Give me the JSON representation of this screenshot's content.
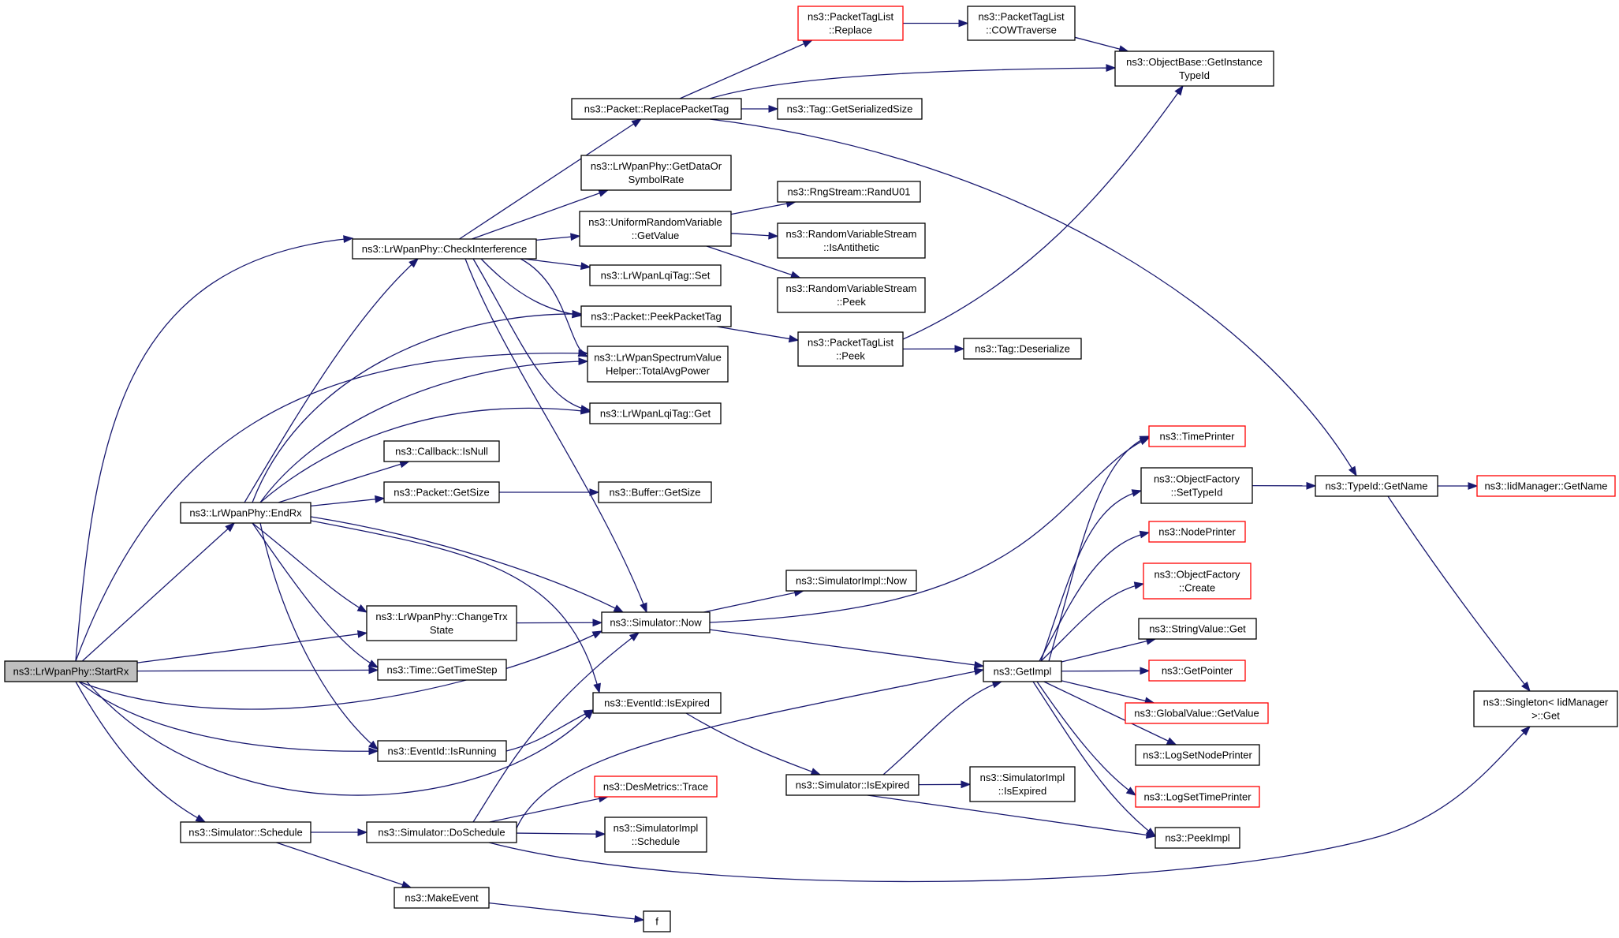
{
  "diagram": {
    "type": "call-graph",
    "colors": {
      "edge": "#191970",
      "node_border": "#000000",
      "truncated_border": "#ff0000",
      "root_fill": "#bfbfbf",
      "node_fill": "#ffffff"
    },
    "nodes": [
      {
        "id": "startrx",
        "lines": [
          "ns3::LrWpanPhy::StartRx"
        ],
        "style": "root"
      },
      {
        "id": "checkint",
        "lines": [
          "ns3::LrWpanPhy::CheckInterference"
        ],
        "style": "normal"
      },
      {
        "id": "endrx",
        "lines": [
          "ns3::LrWpanPhy::EndRx"
        ],
        "style": "normal"
      },
      {
        "id": "schedule",
        "lines": [
          "ns3::Simulator::Schedule"
        ],
        "style": "normal"
      },
      {
        "id": "replacetag",
        "lines": [
          "ns3::Packet::ReplacePacketTag"
        ],
        "style": "normal"
      },
      {
        "id": "datarate",
        "lines": [
          "ns3::LrWpanPhy::GetDataOr",
          "SymbolRate"
        ],
        "style": "normal"
      },
      {
        "id": "urvget",
        "lines": [
          "ns3::UniformRandomVariable",
          "::GetValue"
        ],
        "style": "normal"
      },
      {
        "id": "lqiset",
        "lines": [
          "ns3::LrWpanLqiTag::Set"
        ],
        "style": "normal"
      },
      {
        "id": "peektag",
        "lines": [
          "ns3::Packet::PeekPacketTag"
        ],
        "style": "normal"
      },
      {
        "id": "totalavg",
        "lines": [
          "ns3::LrWpanSpectrumValue",
          "Helper::TotalAvgPower"
        ],
        "style": "normal"
      },
      {
        "id": "lqiget",
        "lines": [
          "ns3::LrWpanLqiTag::Get"
        ],
        "style": "normal"
      },
      {
        "id": "cbisnull",
        "lines": [
          "ns3::Callback::IsNull"
        ],
        "style": "normal"
      },
      {
        "id": "pktgetsize",
        "lines": [
          "ns3::Packet::GetSize"
        ],
        "style": "normal"
      },
      {
        "id": "changetrx",
        "lines": [
          "ns3::LrWpanPhy::ChangeTrx",
          "State"
        ],
        "style": "normal"
      },
      {
        "id": "timestep",
        "lines": [
          "ns3::Time::GetTimeStep"
        ],
        "style": "normal"
      },
      {
        "id": "isrunning",
        "lines": [
          "ns3::EventId::IsRunning"
        ],
        "style": "normal"
      },
      {
        "id": "doschedule",
        "lines": [
          "ns3::Simulator::DoSchedule"
        ],
        "style": "normal"
      },
      {
        "id": "makeevent",
        "lines": [
          "ns3::MakeEvent"
        ],
        "style": "normal"
      },
      {
        "id": "tlreplace",
        "lines": [
          "ns3::PacketTagList",
          "::Replace"
        ],
        "style": "truncated"
      },
      {
        "id": "cowtraverse",
        "lines": [
          "ns3::PacketTagList",
          "::COWTraverse"
        ],
        "style": "normal"
      },
      {
        "id": "tagsersize",
        "lines": [
          "ns3::Tag::GetSerializedSize"
        ],
        "style": "normal"
      },
      {
        "id": "objbase",
        "lines": [
          "ns3::ObjectBase::GetInstance",
          "TypeId"
        ],
        "style": "normal"
      },
      {
        "id": "randu01",
        "lines": [
          "ns3::RngStream::RandU01"
        ],
        "style": "normal"
      },
      {
        "id": "isanti",
        "lines": [
          "ns3::RandomVariableStream",
          "::IsAntithetic"
        ],
        "style": "normal"
      },
      {
        "id": "rvspeek",
        "lines": [
          "ns3::RandomVariableStream",
          "::Peek"
        ],
        "style": "normal"
      },
      {
        "id": "tlpeek",
        "lines": [
          "ns3::PacketTagList",
          "::Peek"
        ],
        "style": "normal"
      },
      {
        "id": "tagdeser",
        "lines": [
          "ns3::Tag::Deserialize"
        ],
        "style": "normal"
      },
      {
        "id": "bufsize",
        "lines": [
          "ns3::Buffer::GetSize"
        ],
        "style": "normal"
      },
      {
        "id": "simnow",
        "lines": [
          "ns3::Simulator::Now"
        ],
        "style": "normal"
      },
      {
        "id": "simimplnow",
        "lines": [
          "ns3::SimulatorImpl::Now"
        ],
        "style": "normal"
      },
      {
        "id": "isexpired",
        "lines": [
          "ns3::EventId::IsExpired"
        ],
        "style": "normal"
      },
      {
        "id": "trace",
        "lines": [
          "ns3::DesMetrics::Trace"
        ],
        "style": "truncated"
      },
      {
        "id": "implsched",
        "lines": [
          "ns3::SimulatorImpl",
          "::Schedule"
        ],
        "style": "normal"
      },
      {
        "id": "f",
        "lines": [
          "f"
        ],
        "style": "normal"
      },
      {
        "id": "simisexp",
        "lines": [
          "ns3::Simulator::IsExpired"
        ],
        "style": "normal"
      },
      {
        "id": "implisexp",
        "lines": [
          "ns3::SimulatorImpl",
          "::IsExpired"
        ],
        "style": "normal"
      },
      {
        "id": "getimpl",
        "lines": [
          "ns3::GetImpl"
        ],
        "style": "normal"
      },
      {
        "id": "timeprinter",
        "lines": [
          "ns3::TimePrinter"
        ],
        "style": "truncated"
      },
      {
        "id": "ofsettype",
        "lines": [
          "ns3::ObjectFactory",
          "::SetTypeId"
        ],
        "style": "normal"
      },
      {
        "id": "nodeprinter",
        "lines": [
          "ns3::NodePrinter"
        ],
        "style": "truncated"
      },
      {
        "id": "ofcreate",
        "lines": [
          "ns3::ObjectFactory",
          "::Create"
        ],
        "style": "truncated"
      },
      {
        "id": "svget",
        "lines": [
          "ns3::StringValue::Get"
        ],
        "style": "normal"
      },
      {
        "id": "getpointer",
        "lines": [
          "ns3::GetPointer"
        ],
        "style": "truncated"
      },
      {
        "id": "gvget",
        "lines": [
          "ns3::GlobalValue::GetValue"
        ],
        "style": "truncated"
      },
      {
        "id": "lognode",
        "lines": [
          "ns3::LogSetNodePrinter"
        ],
        "style": "normal"
      },
      {
        "id": "logtime",
        "lines": [
          "ns3::LogSetTimePrinter"
        ],
        "style": "truncated"
      },
      {
        "id": "peekimpl",
        "lines": [
          "ns3::PeekImpl"
        ],
        "style": "normal"
      },
      {
        "id": "typename",
        "lines": [
          "ns3::TypeId::GetName"
        ],
        "style": "normal"
      },
      {
        "id": "iidname",
        "lines": [
          "ns3::IidManager::GetName"
        ],
        "style": "truncated"
      },
      {
        "id": "singleton",
        "lines": [
          "ns3::Singleton< IidManager",
          ">::Get"
        ],
        "style": "normal"
      }
    ],
    "edges": [
      [
        "startrx",
        "checkint"
      ],
      [
        "startrx",
        "endrx"
      ],
      [
        "startrx",
        "totalavg"
      ],
      [
        "startrx",
        "changetrx"
      ],
      [
        "startrx",
        "timestep"
      ],
      [
        "startrx",
        "simnow"
      ],
      [
        "startrx",
        "isrunning"
      ],
      [
        "startrx",
        "isexpired"
      ],
      [
        "startrx",
        "schedule"
      ],
      [
        "checkint",
        "replacetag"
      ],
      [
        "checkint",
        "datarate"
      ],
      [
        "checkint",
        "urvget"
      ],
      [
        "checkint",
        "lqiset"
      ],
      [
        "checkint",
        "peektag"
      ],
      [
        "checkint",
        "totalavg"
      ],
      [
        "checkint",
        "lqiget"
      ],
      [
        "checkint",
        "simnow"
      ],
      [
        "endrx",
        "checkint"
      ],
      [
        "endrx",
        "peektag"
      ],
      [
        "endrx",
        "totalavg"
      ],
      [
        "endrx",
        "lqiget"
      ],
      [
        "endrx",
        "cbisnull"
      ],
      [
        "endrx",
        "pktgetsize"
      ],
      [
        "endrx",
        "changetrx"
      ],
      [
        "endrx",
        "timestep"
      ],
      [
        "endrx",
        "isrunning"
      ],
      [
        "endrx",
        "simnow"
      ],
      [
        "endrx",
        "isexpired"
      ],
      [
        "replacetag",
        "tlreplace"
      ],
      [
        "replacetag",
        "objbase"
      ],
      [
        "replacetag",
        "tagsersize"
      ],
      [
        "replacetag",
        "typename"
      ],
      [
        "tlreplace",
        "cowtraverse"
      ],
      [
        "cowtraverse",
        "objbase"
      ],
      [
        "urvget",
        "randu01"
      ],
      [
        "urvget",
        "isanti"
      ],
      [
        "urvget",
        "rvspeek"
      ],
      [
        "peektag",
        "tlpeek"
      ],
      [
        "tlpeek",
        "tagdeser"
      ],
      [
        "tlpeek",
        "objbase"
      ],
      [
        "pktgetsize",
        "bufsize"
      ],
      [
        "changetrx",
        "simnow"
      ],
      [
        "simnow",
        "simimplnow"
      ],
      [
        "simnow",
        "getimpl"
      ],
      [
        "simnow",
        "timeprinter"
      ],
      [
        "isrunning",
        "isexpired"
      ],
      [
        "isexpired",
        "simisexp"
      ],
      [
        "schedule",
        "doschedule"
      ],
      [
        "schedule",
        "makeevent"
      ],
      [
        "doschedule",
        "trace"
      ],
      [
        "doschedule",
        "implsched"
      ],
      [
        "doschedule",
        "simnow"
      ],
      [
        "doschedule",
        "getimpl"
      ],
      [
        "doschedule",
        "singleton"
      ],
      [
        "makeevent",
        "f"
      ],
      [
        "simisexp",
        "implisexp"
      ],
      [
        "simisexp",
        "getimpl"
      ],
      [
        "simisexp",
        "peekimpl"
      ],
      [
        "getimpl",
        "timeprinter"
      ],
      [
        "getimpl",
        "ofsettype"
      ],
      [
        "getimpl",
        "nodeprinter"
      ],
      [
        "getimpl",
        "ofcreate"
      ],
      [
        "getimpl",
        "svget"
      ],
      [
        "getimpl",
        "getpointer"
      ],
      [
        "getimpl",
        "gvget"
      ],
      [
        "getimpl",
        "lognode"
      ],
      [
        "getimpl",
        "logtime"
      ],
      [
        "getimpl",
        "peekimpl"
      ],
      [
        "ofsettype",
        "typename"
      ],
      [
        "typename",
        "iidname"
      ],
      [
        "typename",
        "singleton"
      ]
    ]
  }
}
